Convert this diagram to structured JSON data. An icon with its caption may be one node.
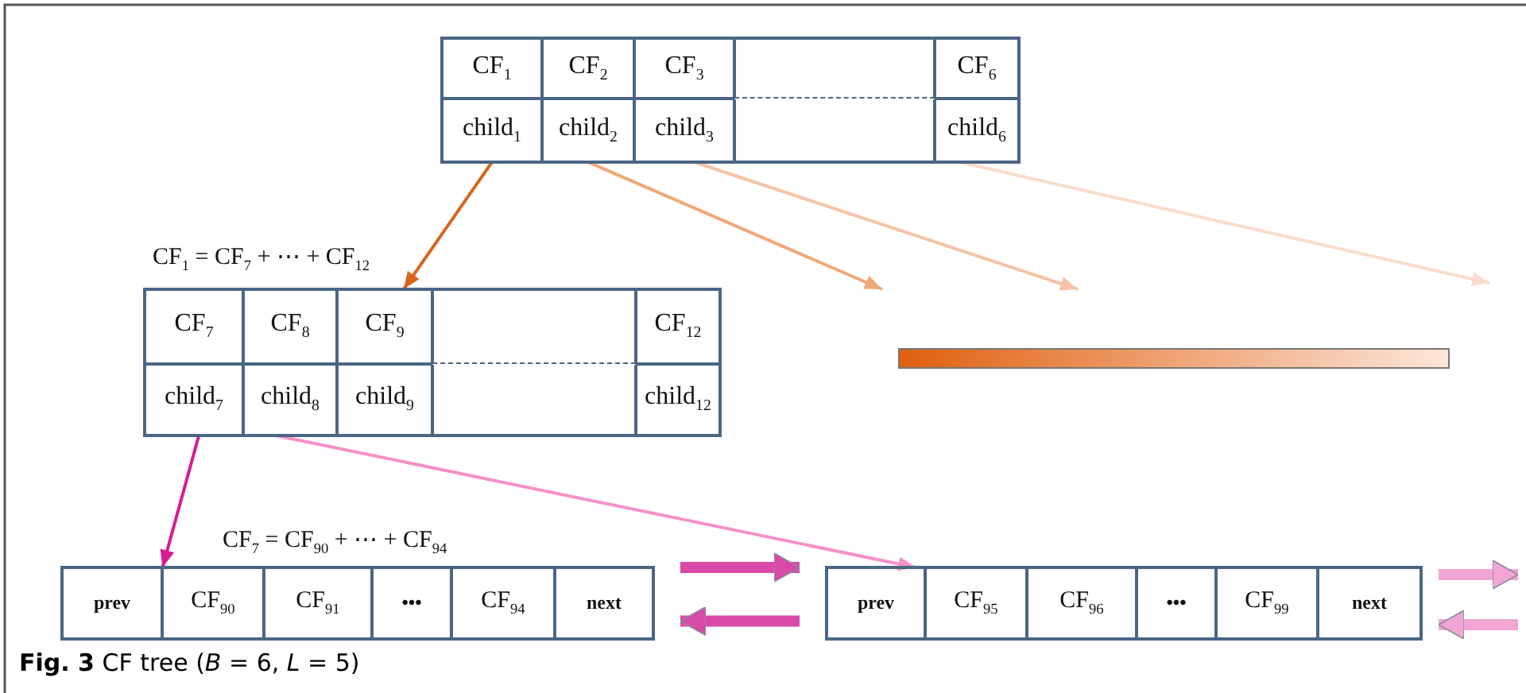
{
  "diagram": {
    "caption": "**Fig. 3** CF tree (*B* = 6, *L* = 5)",
    "nodes": [
      {
        "text": [],
        "shape": "box"
      },
      {
        "text": [
          "CF$_{1}$"
        ],
        "in": 0
      },
      {
        "text": [
          "CF$_{2}$"
        ],
        "in": 0
      },
      {
        "text": [
          "CF$_{3}$"
        ],
        "in": 0
      },
      {
        "text": [],
        "shape": "box",
        "in": 0
      },
      {
        "text": [
          "CF$_{6}$"
        ],
        "in": 0
      },
      {
        "text": [
          "child$_{1}$"
        ],
        "in": 0
      },
      {
        "text": [
          "child$_{2}$"
        ],
        "in": 0
      },
      {
        "text": [
          "child$_{3}$"
        ],
        "in": 0
      },
      {
        "text": [],
        "shape": "box",
        "in": 0
      },
      {
        "text": [
          "child$_{6}$"
        ],
        "in": 0
      },
      {
        "text": [],
        "shape": "box",
        "beside": [
          "CF$_{1}$ = CF$_{7}$ + ⋯ + CF$_{12}$"
        ]
      },
      {
        "text": [
          "CF$_{7}$"
        ],
        "in": 11
      },
      {
        "text": [
          "CF$_{8}$"
        ],
        "in": 11
      },
      {
        "text": [
          "CF$_{9}$"
        ],
        "in": 11
      },
      {
        "text": [],
        "shape": "box",
        "in": 11
      },
      {
        "text": [
          "CF$_{12}$"
        ],
        "in": 11
      },
      {
        "text": [
          "child$_{7}$"
        ],
        "in": 11
      },
      {
        "text": [
          "child$_{8}$"
        ],
        "in": 11
      },
      {
        "text": [
          "child$_{9}$"
        ],
        "in": 11
      },
      {
        "text": [],
        "shape": "box",
        "in": 11
      },
      {
        "text": [
          "child$_{12}$"
        ],
        "in": 11
      },
      {
        "text": [],
        "shape": "box",
        "beside": [
          "CF$_{7}$ = CF$_{90}$ + ⋯ + CF$_{94}$"
        ]
      },
      {
        "text": [
          "prev"
        ],
        "in": 22
      },
      {
        "text": [
          "CF$_{90}$"
        ],
        "in": 22
      },
      {
        "text": [
          "CF$_{91}$"
        ],
        "in": 22
      },
      {
        "text": [
          "•••"
        ],
        "in": 22
      },
      {
        "text": [
          "CF$_{94}$"
        ],
        "in": 22
      },
      {
        "text": [
          "next"
        ],
        "in": 22
      },
      {
        "text": [],
        "shape": "box"
      },
      {
        "text": [
          "prev"
        ],
        "in": 29
      },
      {
        "text": [
          "CF$_{95}$"
        ],
        "in": 29
      },
      {
        "text": [
          "CF$_{96}$"
        ],
        "in": 29
      },
      {
        "text": [
          "•••"
        ],
        "in": 29
      },
      {
        "text": [
          "CF$_{99}$"
        ],
        "in": 29
      },
      {
        "text": [
          "next"
        ],
        "in": 29
      },
      {
        "text": [],
        "shape": "bar"
      }
    ],
    "edges": [
      {
        "from": 6,
        "to": 11,
        "arrow": "to",
        "color": "#d9661f"
      },
      {
        "from": 7,
        "to": null,
        "arrow": "to",
        "color": "#f0a878"
      },
      {
        "from": 8,
        "to": null,
        "arrow": "to",
        "color": "#f5c4a4"
      },
      {
        "from": 10,
        "to": null,
        "arrow": "to",
        "color": "#fadccb"
      },
      {
        "from": 17,
        "to": 22,
        "arrow": "to",
        "color": "#d81b93"
      },
      {
        "from": 18,
        "to": 29,
        "arrow": "to",
        "color": "#f590c8"
      },
      {
        "from": 22,
        "to": 29,
        "arrow": "to",
        "style": "thick",
        "color": "#d94aa8"
      },
      {
        "from": 29,
        "to": 22,
        "arrow": "to",
        "style": "thick",
        "color": "#d94aa8"
      },
      {
        "from": 29,
        "to": null,
        "arrow": "to",
        "style": "thick",
        "color": "#f2a6d4"
      },
      {
        "from": null,
        "to": 29,
        "arrow": "to",
        "style": "thick",
        "color": "#f2a6d4"
      }
    ]
  }
}
